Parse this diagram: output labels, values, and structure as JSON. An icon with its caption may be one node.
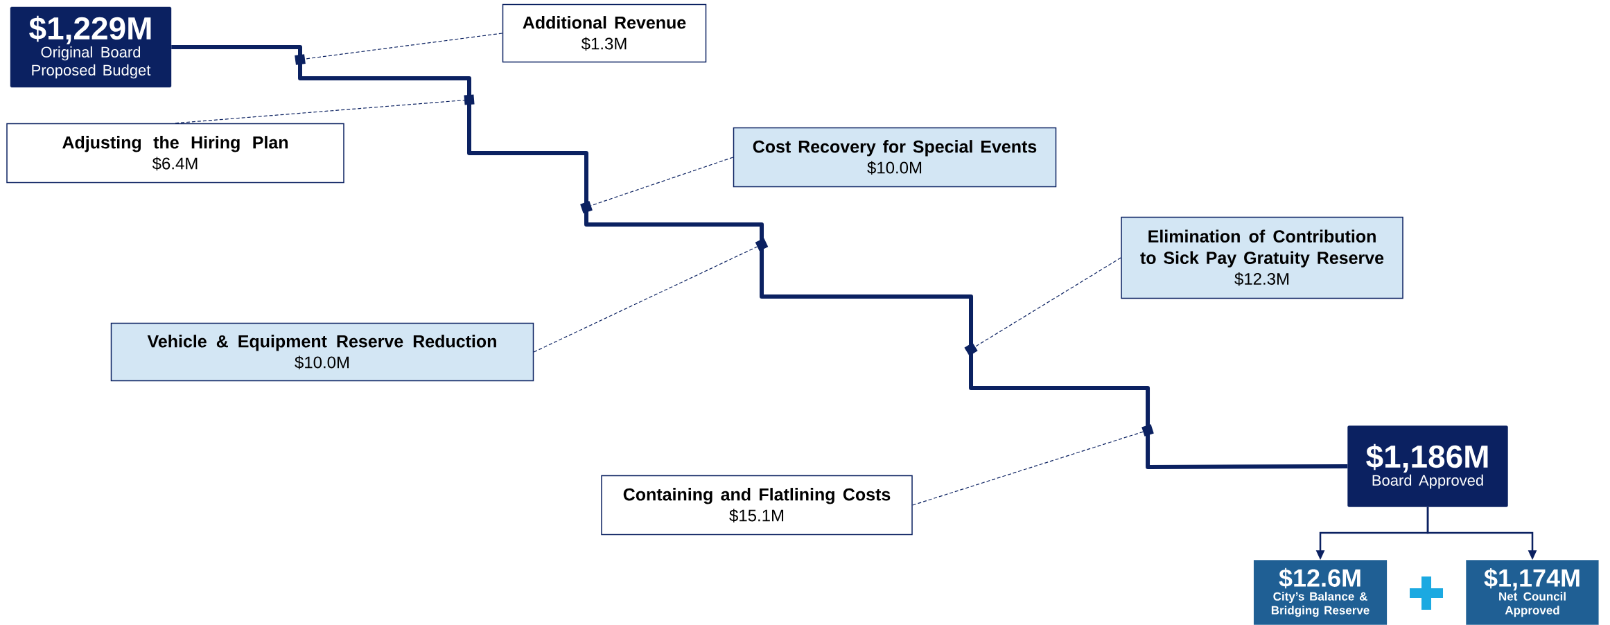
{
  "diagram": {
    "nodes": [
      {
        "text": [
          "$1,229M",
          "Original Board Proposed Budget"
        ]
      },
      {
        "text": [
          "Additional Revenue",
          "$1.3M"
        ]
      },
      {
        "text": [
          "Adjusting the Hiring Plan",
          "$6.4M"
        ]
      },
      {
        "text": [
          "Cost Recovery for Special Events",
          "$10.0M"
        ]
      },
      {
        "text": [
          "Vehicle & Equipment Reserve Reduction",
          "$10.0M"
        ]
      },
      {
        "text": [
          "Elimination of Contribution to Sick Pay Gratuity Reserve",
          "$12.3M"
        ]
      },
      {
        "text": [
          "Containing and Flatlining Costs",
          "$15.1M"
        ]
      },
      {
        "text": [
          "$1,186M",
          "Board Approved"
        ]
      },
      {
        "text": [
          "$12.6M",
          "City’s Balance & Bridging Reserve"
        ]
      },
      {
        "text": [
          "$1,174M",
          "Net Council Approved"
        ]
      }
    ],
    "edges": [
      {
        "from": 0,
        "to": 7,
        "arrow": "none",
        "style": "thick"
      },
      {
        "from": 1,
        "to": null,
        "arrow": "other",
        "style": "dashed"
      },
      {
        "from": 2,
        "to": null,
        "arrow": "other",
        "style": "dashed"
      },
      {
        "from": 3,
        "to": null,
        "arrow": "other",
        "style": "dashed"
      },
      {
        "from": 4,
        "to": null,
        "arrow": "other",
        "style": "dashed"
      },
      {
        "from": 5,
        "to": null,
        "arrow": "other",
        "style": "dashed"
      },
      {
        "from": 6,
        "to": null,
        "arrow": "other",
        "style": "dashed"
      },
      {
        "from": 7,
        "to": 8,
        "arrow": "to"
      },
      {
        "from": 7,
        "to": 9,
        "arrow": "to"
      }
    ]
  }
}
